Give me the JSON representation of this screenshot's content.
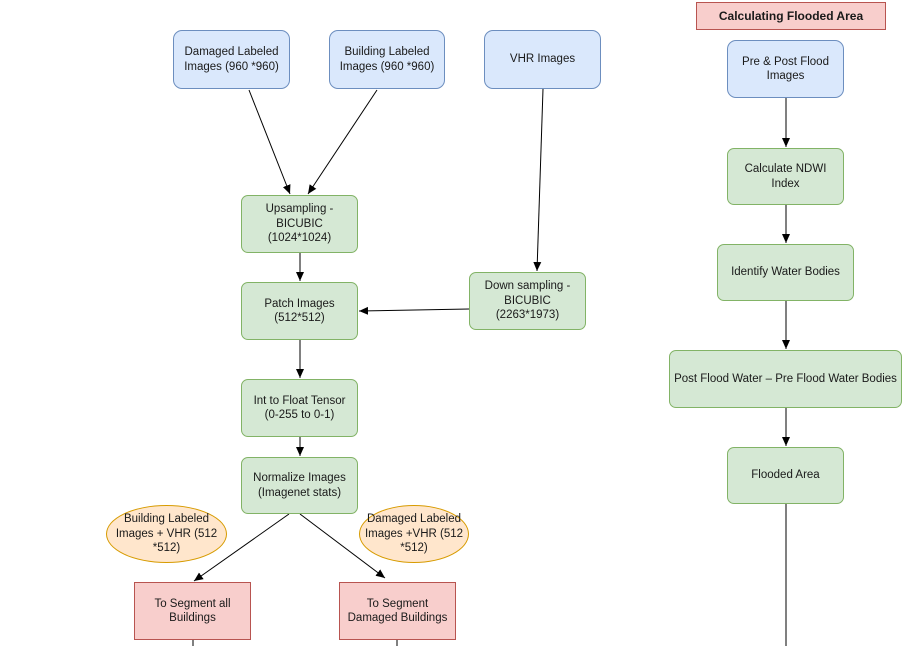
{
  "nodes": {
    "damaged_labeled_images": "Damaged Labeled\nImages (960 *960)",
    "building_labeled_images": "Building Labeled\nImages (960 *960)",
    "vhr_images": "VHR Images",
    "upsampling": "Upsampling -\nBICUBIC\n(1024*1024)",
    "down_sampling": "Down sampling -\nBICUBIC\n(2263*1973)",
    "patch_images": "Patch Images\n(512*512)",
    "int_to_float": "Int to Float Tensor\n(0-255 to 0-1)",
    "normalize": "Normalize Images\n(Imagenet stats)",
    "building_vhr": "Building Labeled\nImages  + VHR (512\n*512)",
    "damaged_vhr": "Damaged Labeled\nImages +VHR (512\n*512)",
    "segment_all": "To Segment all\nBuildings",
    "segment_damaged": "To Segment\nDamaged Buildings",
    "flooded_title": "Calculating Flooded Area",
    "pre_post_flood": "Pre & Post Flood\nImages",
    "calculate_ndwi": "Calculate NDWI\nIndex",
    "identify_water": "Identify Water Bodies",
    "post_minus_pre": "Post Flood Water –  Pre Flood Water Bodies",
    "flooded_area": "Flooded Area"
  },
  "colors": {
    "blue_fill": "#dae8fc",
    "blue_stroke": "#6c8ebf",
    "green_fill": "#d5e8d4",
    "green_stroke": "#82b366",
    "red_fill": "#f8cecc",
    "red_stroke": "#b85450",
    "orange_fill": "#ffe6cc",
    "orange_stroke": "#d79b00",
    "edge": "#000000"
  }
}
